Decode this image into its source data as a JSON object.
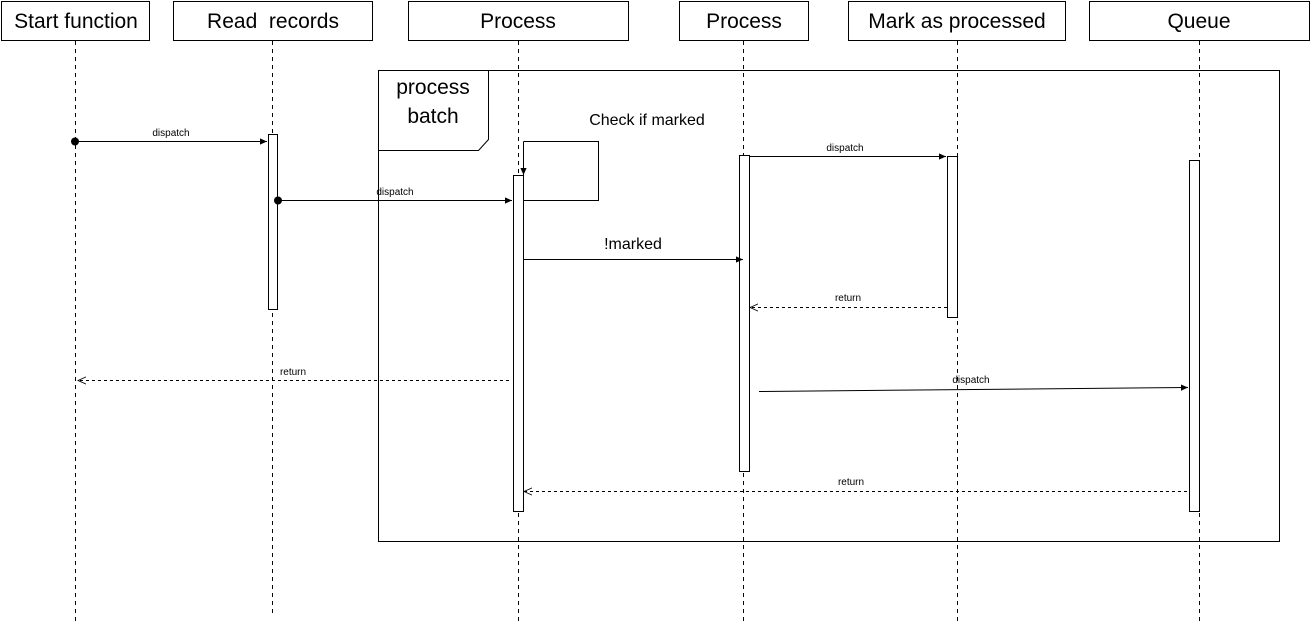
{
  "participants": [
    {
      "id": "start",
      "label": "Start function"
    },
    {
      "id": "read",
      "label": "Read  records"
    },
    {
      "id": "process1",
      "label": "Process"
    },
    {
      "id": "process2",
      "label": "Process"
    },
    {
      "id": "mark",
      "label": "Mark as processed"
    },
    {
      "id": "queue",
      "label": "Queue"
    }
  ],
  "frame": {
    "label_line1": "process",
    "label_line2": "batch"
  },
  "messages": {
    "m1": "dispatch",
    "m2": "dispatch",
    "self_call": "Check if marked",
    "m3": "!marked",
    "m4": "dispatch",
    "r1": "return",
    "r2": "return",
    "m5": "dispatch",
    "r3": "return"
  }
}
